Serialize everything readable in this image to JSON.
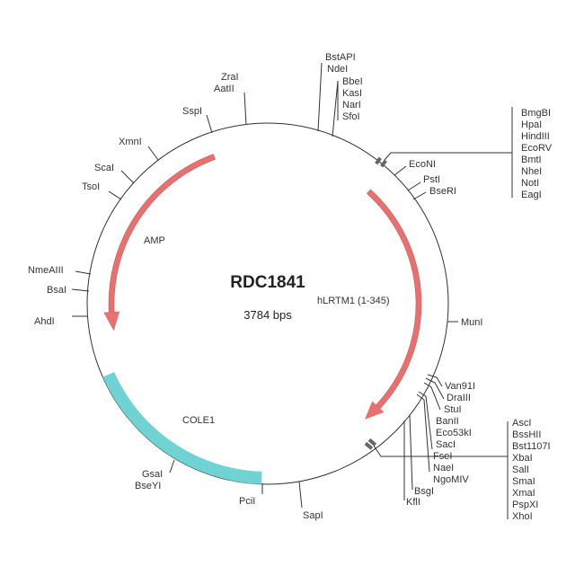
{
  "plasmid": {
    "name": "RDC1841",
    "size": "3784 bps"
  },
  "features": {
    "amp": "AMP",
    "insert": "hLRTM1 (1-345)",
    "ori": "COLE1"
  },
  "colors": {
    "amp": "#e8706e",
    "insert": "#e8706e",
    "ori": "#6fd3d3",
    "backbone": "#333333"
  },
  "sites": {
    "top": [
      "BstAPI",
      "NdeI",
      "BbeI",
      "KasI",
      "NarI",
      "SfoI"
    ],
    "mcs1": [
      "BmgBI",
      "HpaI",
      "HindIII",
      "EcoRV",
      "BmtI",
      "NheI",
      "NotI",
      "EagI"
    ],
    "right_upper": [
      "EcoNI",
      "PstI",
      "BseRI"
    ],
    "munI": "MunI",
    "right_lower": [
      "Van91I",
      "DraIII",
      "StuI",
      "BanII",
      "Eco53kI",
      "SacI",
      "FseI",
      "NaeI",
      "NgoMIV"
    ],
    "bsg": [
      "BsgI",
      "KflI"
    ],
    "mcs2": [
      "AscI",
      "BssHII",
      "Bst1107I",
      "XbaI",
      "SalI",
      "SmaI",
      "XmaI",
      "PspXI",
      "XhoI"
    ],
    "bottom": [
      "SapI",
      "PciI",
      "GsaI",
      "BseYI"
    ],
    "left": [
      "AhdI",
      "BsaI",
      "NmeAIII",
      "TsoI",
      "ScaI",
      "XmnI",
      "SspI",
      "AatII",
      "ZraI"
    ]
  }
}
